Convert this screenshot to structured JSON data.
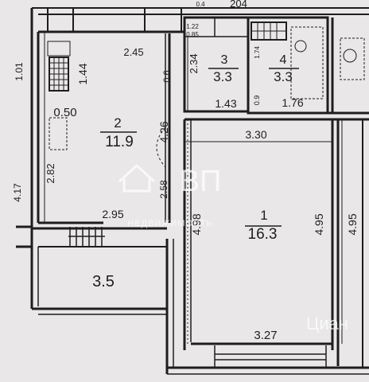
{
  "header_dimension": "204",
  "rooms": [
    {
      "number": "1",
      "area": "16.3"
    },
    {
      "number": "2",
      "area": "11.9"
    },
    {
      "number": "3",
      "area": "3.3"
    },
    {
      "number": "4",
      "area": "3.3"
    }
  ],
  "balcony_area": "3.5",
  "dimensions": {
    "d_2_45": "2.45",
    "d_1_44": "1.44",
    "d_0_50": "0.50",
    "d_2_82": "2.82",
    "d_4_17": "4.17",
    "d_1_01": "1.01",
    "d_4_26": "4.26",
    "d_0_6": "0.6",
    "d_2_58": "2.58",
    "d_2_34": "2.34",
    "d_1_43": "1.43",
    "d_1_76": "1.76",
    "d_1_74": "1.74",
    "d_0_9": "0.9",
    "d_1_22": "1.22",
    "d_0_85": "0.85",
    "d_0_4": "0.4",
    "d_3_30": "3.30",
    "d_2_95": "2.95",
    "d_4_98": "4.98",
    "d_4_95a": "4.95",
    "d_4_95b": "4.95",
    "d_3_27": "3.27"
  },
  "watermark": {
    "logo": "ВП",
    "text": "НЕДВИЖИМОСТЬ",
    "corner": "Циан"
  },
  "colors": {
    "paper": "#e9e7e8",
    "ink": "#1e1e1e",
    "wall_fill": "#d7d5d6"
  }
}
